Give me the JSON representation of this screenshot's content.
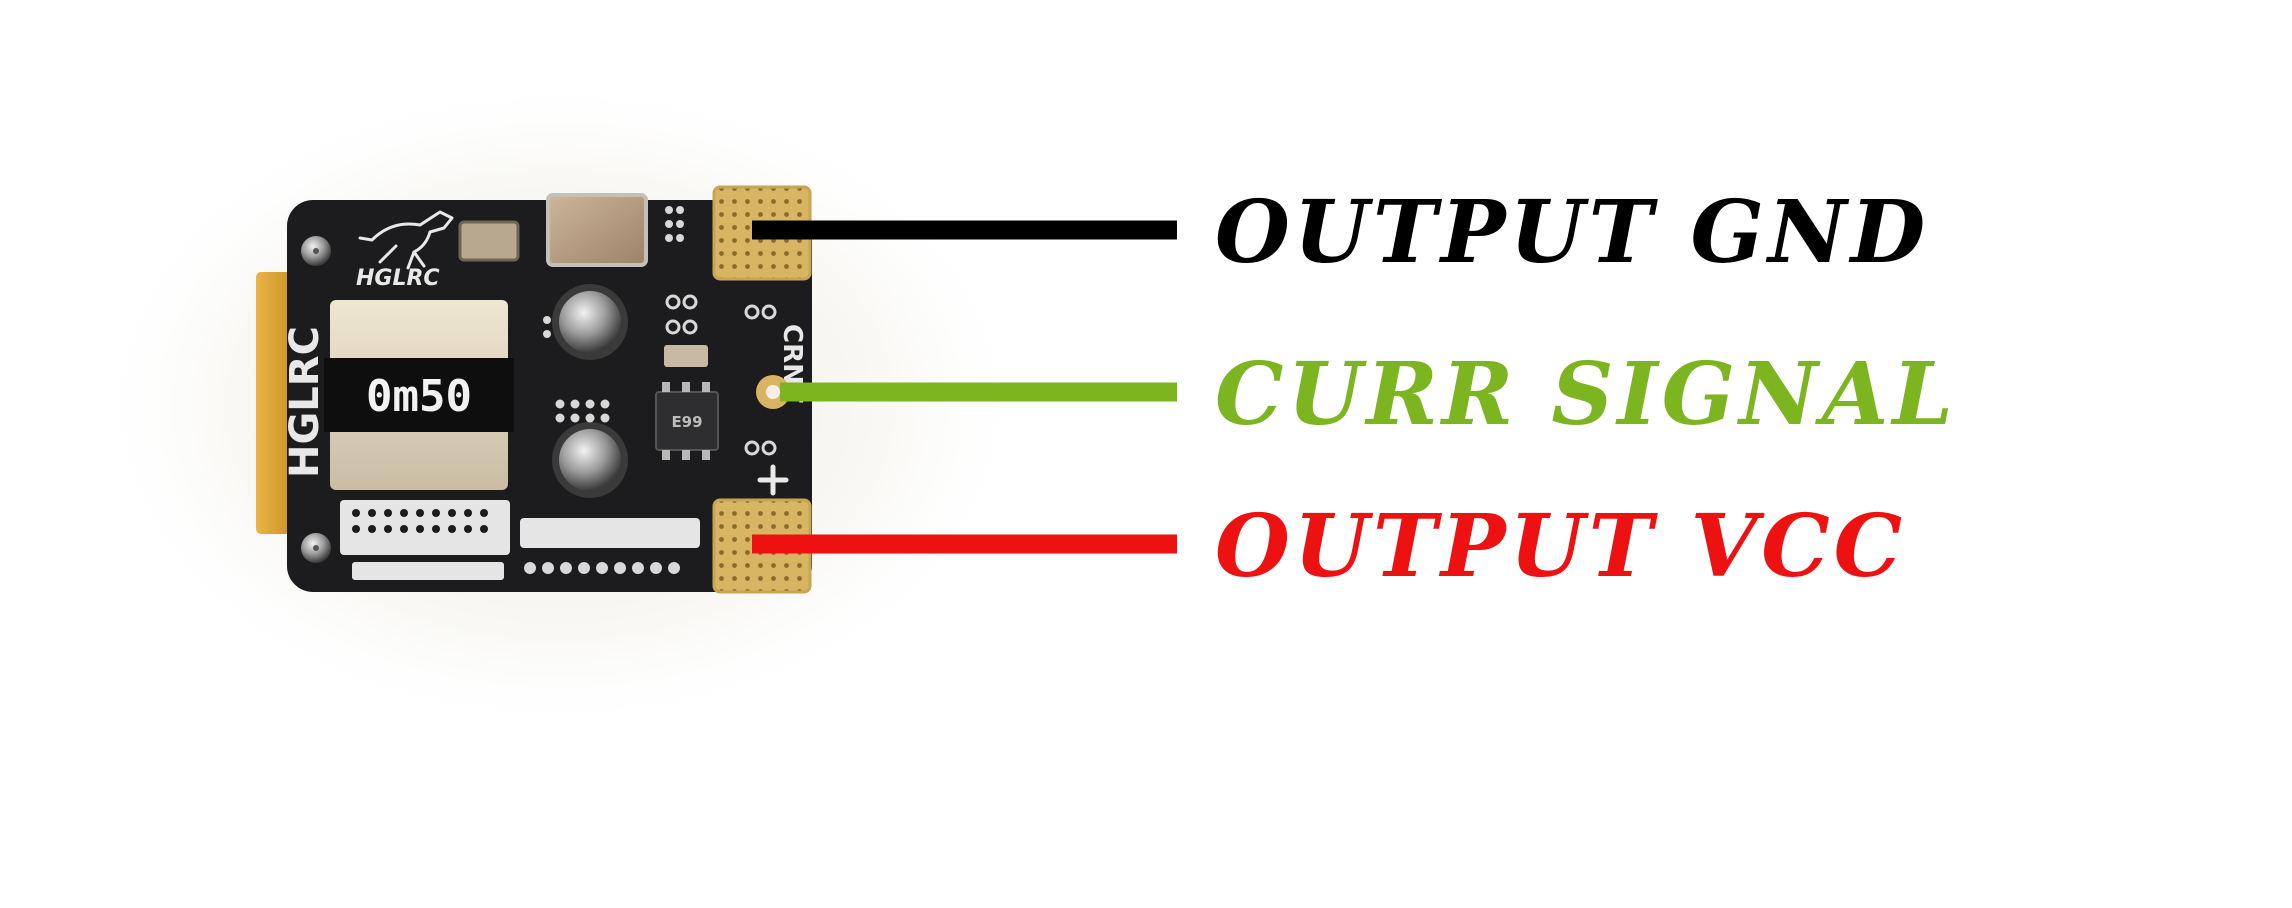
{
  "board": {
    "brand_logo_text": "HGLRC",
    "side_label": "HGLRC",
    "resistor_label": "0m50",
    "pad_label": "CRNT",
    "chip_label": "E99"
  },
  "callouts": [
    {
      "id": "gnd",
      "label": "OUTPUT GND",
      "color": "#000000"
    },
    {
      "id": "signal",
      "label": "CURR SIGNAL",
      "color": "#7cb51f"
    },
    {
      "id": "vcc",
      "label": "OUTPUT VCC",
      "color": "#ee1111"
    }
  ],
  "colors": {
    "background": "#ffffff",
    "pcb": "#1c1c1e",
    "gold": "#d8b562",
    "silkscreen": "#e8e8e8"
  }
}
